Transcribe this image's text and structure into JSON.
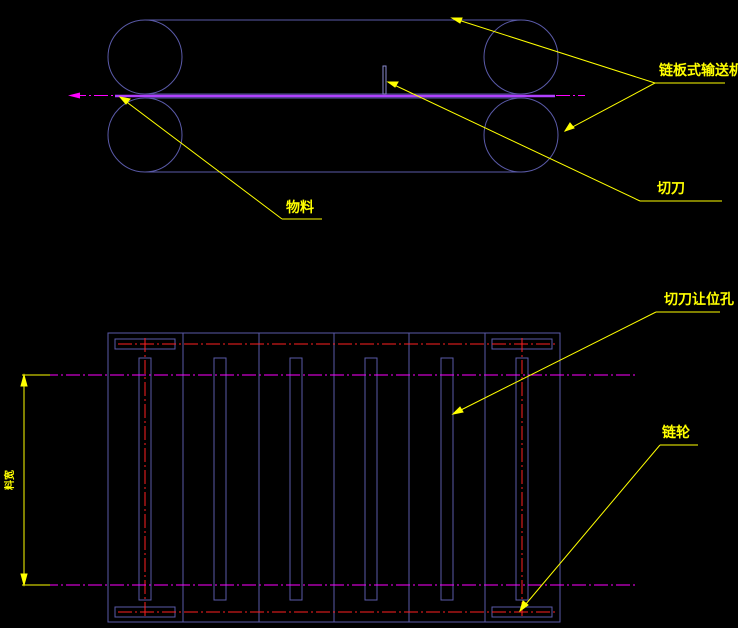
{
  "colors": {
    "background": "#000000",
    "outline": "#5a5aa8",
    "leader": "#ffff00",
    "centerline": "#ff00ff",
    "redline": "#ff2020",
    "material": "#b040ff"
  },
  "labels": {
    "conveyor": "链板式输送机",
    "material": "物料",
    "cutter": "切刀",
    "relief_slot": "切刀让位孔",
    "sprocket": "链轮",
    "dimension": "料宽"
  }
}
